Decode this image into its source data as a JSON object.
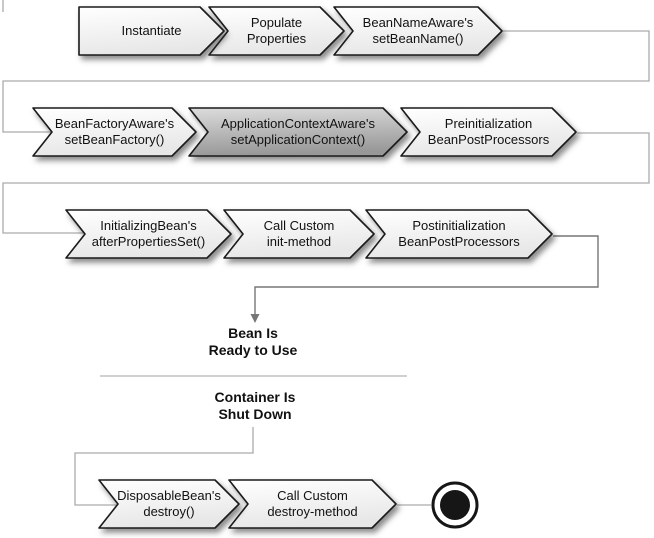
{
  "colors": {
    "chevron_top": "#ffffff",
    "chevron_bottom": "#e7e7e7",
    "highlight_top": "#dcdcdc",
    "highlight_bottom": "#989898",
    "outline": "#1a1a1a",
    "connector": "#ababab",
    "connector_dark": "#767676",
    "divider": "#c0c0c0",
    "final_state": "#161616"
  },
  "steps": {
    "instantiate": {
      "line1": "Instantiate",
      "line2": ""
    },
    "populate": {
      "line1": "Populate",
      "line2": "Properties"
    },
    "bean_name": {
      "line1": "BeanNameAware's",
      "line2": "setBeanName()"
    },
    "bean_factory": {
      "line1": "BeanFactoryAware's",
      "line2": "setBeanFactory()"
    },
    "app_context": {
      "line1": "ApplicationContextAware's",
      "line2": "setApplicationContext()"
    },
    "pre_init": {
      "line1": "Preinitialization",
      "line2": "BeanPostProcessors"
    },
    "initializing": {
      "line1": "InitializingBean's",
      "line2": "afterPropertiesSet()"
    },
    "init_method": {
      "line1": "Call Custom",
      "line2": "init-method"
    },
    "post_init": {
      "line1": "Postinitialization",
      "line2": "BeanPostProcessors"
    },
    "disposable": {
      "line1": "DisposableBean's",
      "line2": "destroy()"
    },
    "destroy_method": {
      "line1": "Call Custom",
      "line2": "destroy-method"
    }
  },
  "labels": {
    "ready_line1": "Bean Is",
    "ready_line2": "Ready to Use",
    "shutdown_line1": "Container Is",
    "shutdown_line2": "Shut Down"
  }
}
